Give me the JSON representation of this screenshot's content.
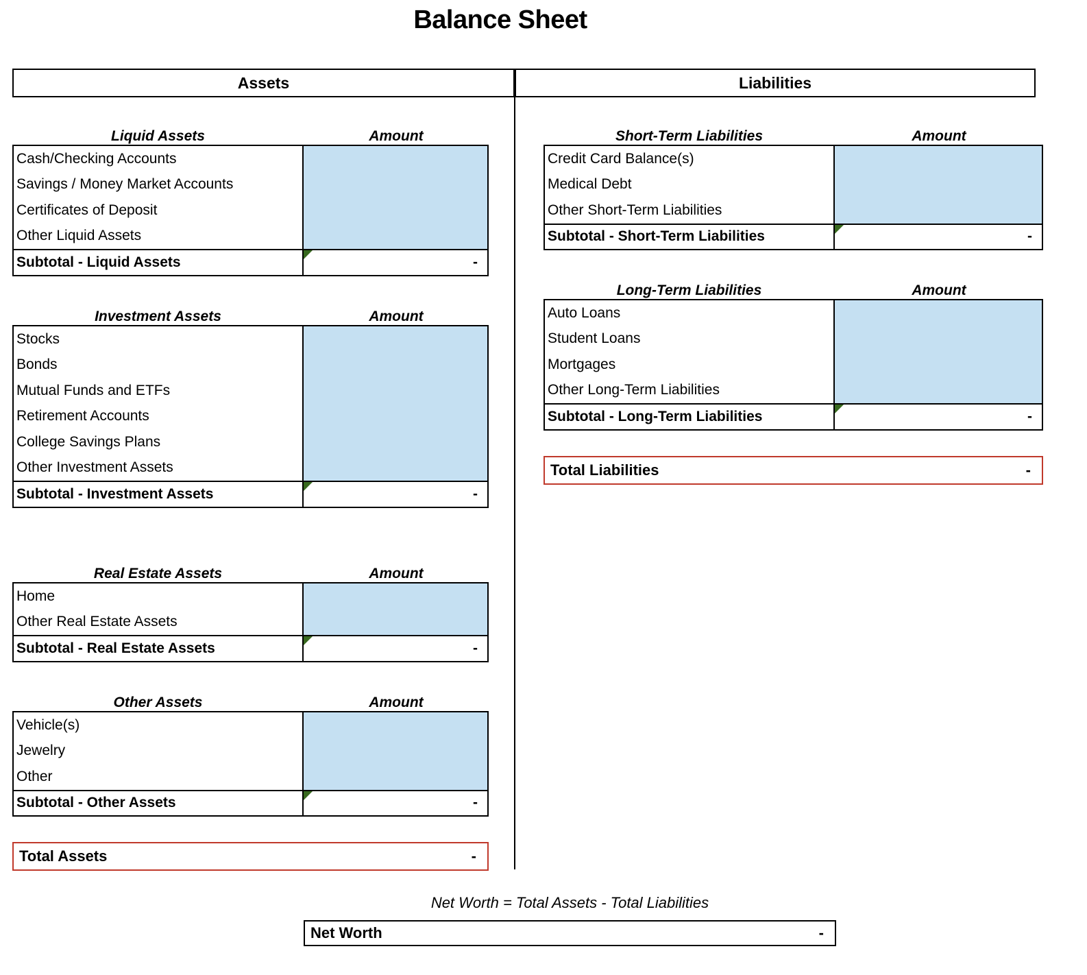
{
  "title": "Balance Sheet",
  "columns": {
    "assets_header": "Assets",
    "liabilities_header": "Liabilities",
    "amount_header": "Amount"
  },
  "placeholder_value": "-",
  "colors": {
    "input_fill": "#c5e0f2",
    "total_border": "#c0392b",
    "flag_green": "#38691f",
    "grid": "#000000"
  },
  "assets": {
    "sections": [
      {
        "heading": "Liquid Assets",
        "amount_heading": "Amount",
        "rows": [
          "Cash/Checking Accounts",
          "Savings / Money Market Accounts",
          "Certificates of Deposit",
          "Other Liquid Assets"
        ],
        "subtotal_label": "Subtotal - Liquid Assets",
        "subtotal_value": "-"
      },
      {
        "heading": "Investment Assets",
        "amount_heading": "Amount",
        "rows": [
          "Stocks",
          "Bonds",
          "Mutual Funds and ETFs",
          "Retirement Accounts",
          "College Savings Plans",
          "Other Investment Assets"
        ],
        "subtotal_label": "Subtotal - Investment Assets",
        "subtotal_value": "-"
      },
      {
        "heading": "Real Estate Assets",
        "amount_heading": "Amount",
        "rows": [
          "Home",
          "Other Real Estate Assets"
        ],
        "subtotal_label": "Subtotal - Real Estate Assets",
        "subtotal_value": "-"
      },
      {
        "heading": "Other Assets",
        "amount_heading": "Amount",
        "rows": [
          "Vehicle(s)",
          "Jewelry",
          "Other"
        ],
        "subtotal_label": "Subtotal - Other Assets",
        "subtotal_value": "-"
      }
    ],
    "total_label": "Total Assets",
    "total_value": "-"
  },
  "liabilities": {
    "sections": [
      {
        "heading": "Short-Term Liabilities",
        "amount_heading": "Amount",
        "rows": [
          "Credit Card Balance(s)",
          "Medical Debt",
          "Other Short-Term Liabilities"
        ],
        "subtotal_label": "Subtotal - Short-Term Liabilities",
        "subtotal_value": "-"
      },
      {
        "heading": "Long-Term Liabilities",
        "amount_heading": "Amount",
        "rows": [
          "Auto Loans",
          "Student Loans",
          "Mortgages",
          "Other Long-Term Liabilities"
        ],
        "subtotal_label": "Subtotal - Long-Term Liabilities",
        "subtotal_value": "-"
      }
    ],
    "total_label": "Total Liabilities",
    "total_value": "-"
  },
  "net_worth": {
    "formula": "Net Worth = Total Assets - Total Liabilities",
    "label": "Net Worth",
    "value": "-"
  }
}
